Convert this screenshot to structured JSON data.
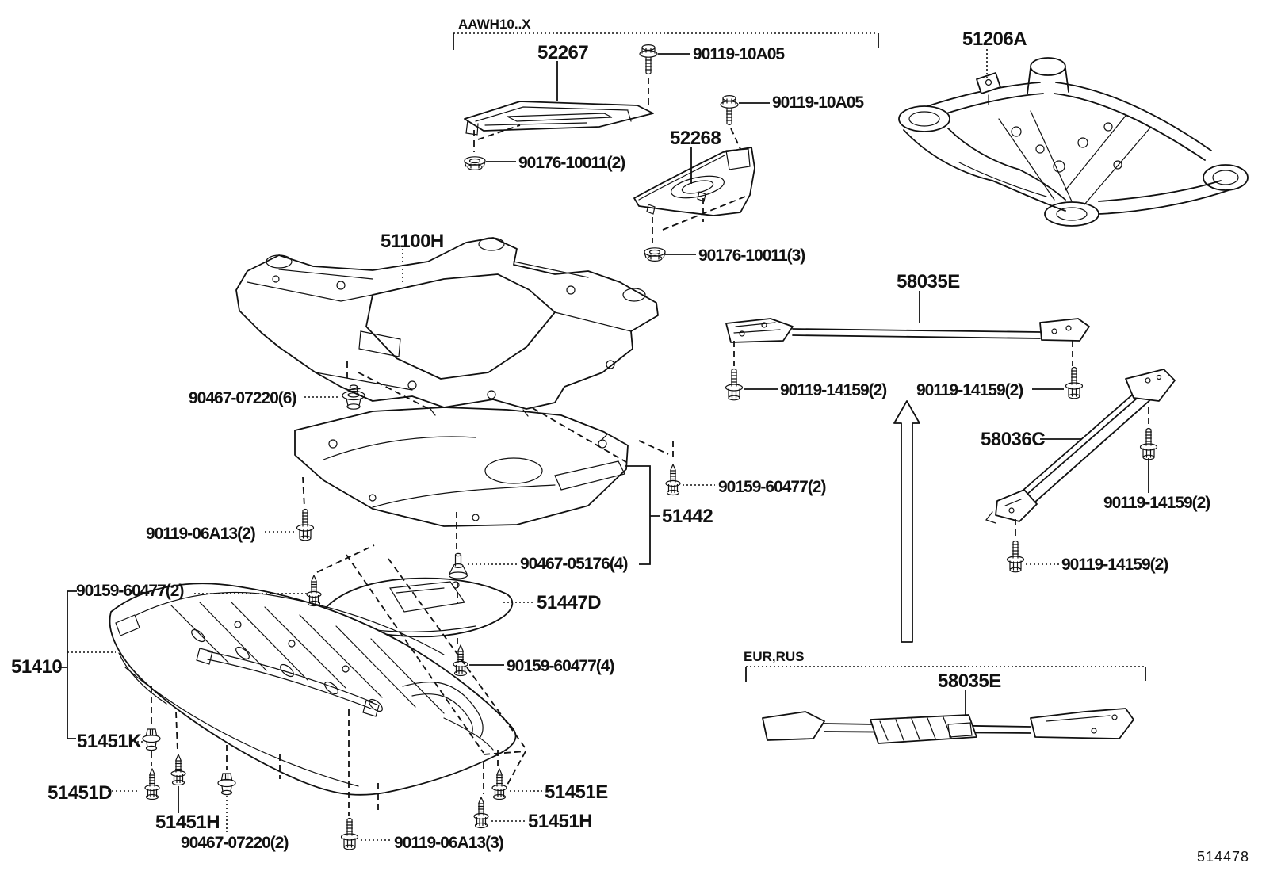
{
  "diagram": {
    "background": "#ffffff",
    "ink": "#111111",
    "sheet_id": "514478",
    "section_notes": {
      "top": "AAWH10..X",
      "bottom": "EUR,RUS"
    },
    "hardware_icons": [
      "flange-bolt-icon",
      "stud-bolt-icon",
      "tapping-screw-icon",
      "flange-nut-icon",
      "push-clip-icon",
      "grommet-clip-icon",
      "slot-clip-icon"
    ],
    "labels": [
      {
        "text": "AAWH10..X",
        "kind": "note"
      },
      {
        "text": "52267",
        "kind": "part-number"
      },
      {
        "text": "90119-10A05",
        "kind": "part-number"
      },
      {
        "text": "90119-10A05",
        "kind": "part-number"
      },
      {
        "text": "52268",
        "kind": "part-number"
      },
      {
        "text": "90176-10011(2)",
        "kind": "part-number"
      },
      {
        "text": "90176-10011(3)",
        "kind": "part-number"
      },
      {
        "text": "51206A",
        "kind": "part-number"
      },
      {
        "text": "51100H",
        "kind": "part-number"
      },
      {
        "text": "58035E",
        "kind": "part-number"
      },
      {
        "text": "90119-14159(2)",
        "kind": "part-number"
      },
      {
        "text": "90119-14159(2)",
        "kind": "part-number"
      },
      {
        "text": "58036C",
        "kind": "part-number"
      },
      {
        "text": "90119-14159(2)",
        "kind": "part-number"
      },
      {
        "text": "90119-14159(2)",
        "kind": "part-number"
      },
      {
        "text": "90467-07220(6)",
        "kind": "part-number"
      },
      {
        "text": "90159-60477(2)",
        "kind": "part-number"
      },
      {
        "text": "51442",
        "kind": "part-number"
      },
      {
        "text": "90119-06A13(2)",
        "kind": "part-number"
      },
      {
        "text": "90467-05176(4)",
        "kind": "part-number"
      },
      {
        "text": "51447D",
        "kind": "part-number"
      },
      {
        "text": "90159-60477(4)",
        "kind": "part-number"
      },
      {
        "text": "90159-60477(2)",
        "kind": "part-number"
      },
      {
        "text": "51410",
        "kind": "part-number"
      },
      {
        "text": "51451K",
        "kind": "part-number"
      },
      {
        "text": "51451D",
        "kind": "part-number"
      },
      {
        "text": "51451H",
        "kind": "part-number"
      },
      {
        "text": "90467-07220(2)",
        "kind": "part-number"
      },
      {
        "text": "90119-06A13(3)",
        "kind": "part-number"
      },
      {
        "text": "51451E",
        "kind": "part-number"
      },
      {
        "text": "51451H",
        "kind": "part-number"
      },
      {
        "text": "EUR,RUS",
        "kind": "note"
      },
      {
        "text": "58035E",
        "kind": "part-number"
      },
      {
        "text": "514478",
        "kind": "sheet-id"
      }
    ]
  }
}
